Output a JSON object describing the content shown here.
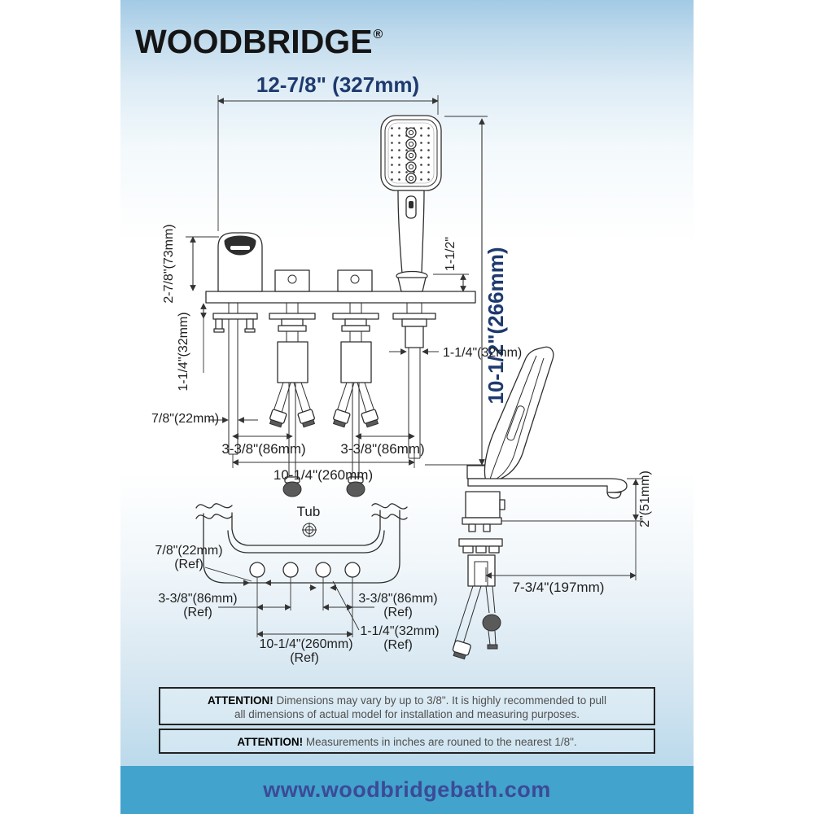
{
  "brand": {
    "name": "WOODBRIDGE",
    "registered_mark": "®"
  },
  "colors": {
    "dimension_text_blue": "#1e3a6e",
    "line_art": "#2e2e2e",
    "footer_bar": "#42a3cd",
    "footer_url_text": "#3c4a97",
    "panel_top_blue": "#a2cae5"
  },
  "front_view": {
    "width_label": "12-7/8\" (327mm)",
    "height_label": "10-1/2\"(266mm)",
    "spout_height_label": "2-7/8\"(73mm)",
    "holder_gap_label": "1-1/2\"",
    "mount_gap_label": "1-1/4\"(32mm)",
    "spout_shank_label": "7/8\"(22mm)",
    "holder_shank_label": "1-1/4\"(32mm)",
    "spacing_left_label": "3-3/8\"(86mm)",
    "spacing_right_label": "3-3/8\"(86mm)",
    "total_spacing_label": "10-1/4\"(260mm)"
  },
  "tub_view": {
    "tub_label": "Tub",
    "hole_small_label": "7/8\"(22mm)",
    "spacing_left_label": "3-3/8\"(86mm)",
    "spacing_right_label": "3-3/8\"(86mm)",
    "hole_large_label": "1-1/4\"(32mm)",
    "total_spacing_label": "10-1/4\"(260mm)",
    "ref_label": "(Ref)"
  },
  "side_view": {
    "spout_height_label": "2\"(51mm)",
    "depth_label": "7-3/4\"(197mm)"
  },
  "attention_box_1": {
    "title": "ATTENTION!",
    "line_1": "Dimensions may vary by up to 3/8\". It is highly recommended to pull",
    "line_2": "all dimensions of actual model for installation and measuring purposes."
  },
  "attention_box_2": {
    "title": "ATTENTION!",
    "text": "Measurements in inches are rouned to the nearest 1/8\"."
  },
  "footer": {
    "website": "www.woodbridgebath.com"
  }
}
